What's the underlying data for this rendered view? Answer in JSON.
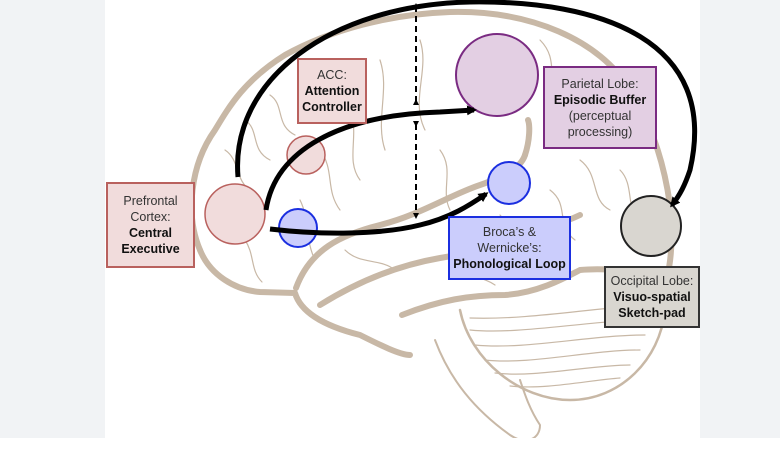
{
  "diagram": {
    "title": "Working memory model mapped to brain regions",
    "colors": {
      "brain_outline": "#c8b8a6",
      "red_fill": "#f1dcdc",
      "red_border": "#b9615e",
      "purple_fill": "#e3cfe3",
      "purple_border": "#7a2b82",
      "blue_fill": "#cbcdfc",
      "blue_border": "#1b2fe0",
      "grey_fill": "#d9d6d0",
      "grey_border": "#333333",
      "arrow": "#000000",
      "background_panel": "#f1f3f5"
    },
    "labels": {
      "acc": {
        "line1": "ACC:",
        "bold1": "Attention",
        "bold2": "Controller"
      },
      "prefrontal": {
        "line1": "Prefrontal",
        "line2": "Cortex:",
        "bold1": "Central",
        "bold2": "Executive"
      },
      "parietal": {
        "line1": "Parietal Lobe:",
        "bold1": "Episodic Buffer",
        "line2": "(perceptual",
        "line3": "processing)"
      },
      "broca": {
        "line1": "Broca’s &",
        "line2": "Wernicke’s:",
        "bold1": "Phonological Loop"
      },
      "occipital": {
        "line1": "Occipital Lobe:",
        "bold1": "Visuo-spatial",
        "bold2": "Sketch-pad"
      }
    },
    "nodes": [
      {
        "id": "central-executive",
        "color": "red"
      },
      {
        "id": "attention-controller",
        "color": "red"
      },
      {
        "id": "episodic-buffer",
        "color": "purple"
      },
      {
        "id": "phonological-loop-broca",
        "color": "blue"
      },
      {
        "id": "phonological-loop-wernicke",
        "color": "blue"
      },
      {
        "id": "visuospatial-sketchpad",
        "color": "grey"
      }
    ],
    "connections": [
      {
        "from": "central-executive",
        "to": "visuospatial-sketchpad",
        "type": "arrow"
      },
      {
        "from": "central-executive",
        "to": "episodic-buffer",
        "type": "arrow"
      },
      {
        "from": "central-executive",
        "to": "phonological-loop-wernicke",
        "type": "arrow"
      },
      {
        "from": "top",
        "to": "middle",
        "type": "dashed-double-arrow"
      },
      {
        "from": "middle",
        "to": "bottom",
        "type": "dashed-double-arrow"
      }
    ]
  }
}
